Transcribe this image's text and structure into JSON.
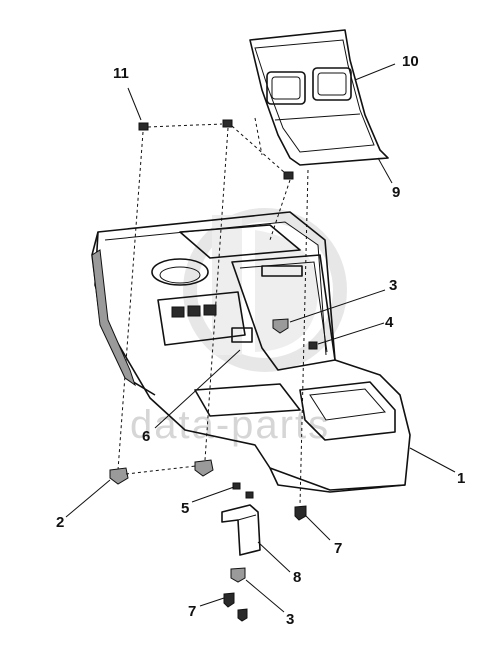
{
  "watermark": {
    "text": "data-parts"
  },
  "callouts": [
    {
      "id": "c1",
      "label": "1"
    },
    {
      "id": "c2",
      "label": "2"
    },
    {
      "id": "c3a",
      "label": "3"
    },
    {
      "id": "c3b",
      "label": "3"
    },
    {
      "id": "c4",
      "label": "4"
    },
    {
      "id": "c5",
      "label": "5"
    },
    {
      "id": "c6",
      "label": "6"
    },
    {
      "id": "c7a",
      "label": "7"
    },
    {
      "id": "c7b",
      "label": "7"
    },
    {
      "id": "c8",
      "label": "8"
    },
    {
      "id": "c9",
      "label": "9"
    },
    {
      "id": "c10",
      "label": "10"
    },
    {
      "id": "c11",
      "label": "11"
    }
  ]
}
